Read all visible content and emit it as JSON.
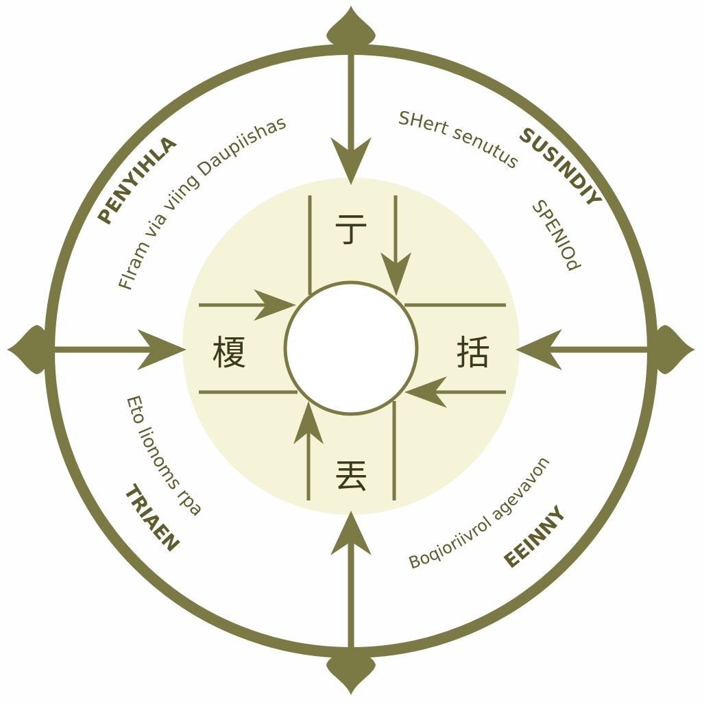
{
  "colors": {
    "olive": "#7b7a44",
    "center_disc": "#f6f4d8",
    "background": "#fefefe",
    "text_dark": "#3d3a1c",
    "text_olive": "#5f5d2d"
  },
  "center_glyphs": {
    "top": "亍",
    "left": "榎",
    "right": "括",
    "bottom": "丟"
  },
  "quadrants": {
    "top_left": {
      "title": "PENYIHLA",
      "line1": "Flram via viing Daupiishas"
    },
    "top_right": {
      "line1": "SHert  senutus",
      "title": "SUSINDIY",
      "line2": "SPENIOd"
    },
    "bottom_left": {
      "line1": "Eto lionoms rpa",
      "title": "TRIAEN"
    },
    "bottom_right": {
      "line1": "Boqioriivrol agevavon",
      "title": "EEINNY"
    }
  }
}
